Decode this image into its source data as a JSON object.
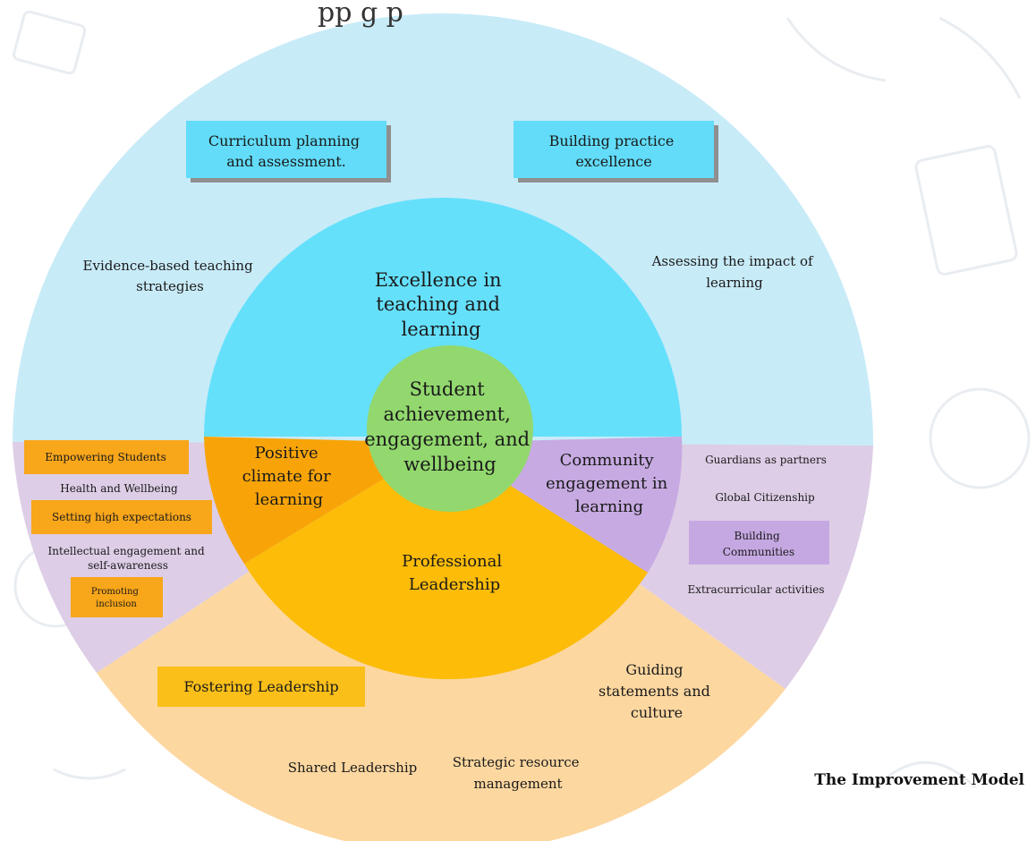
{
  "header": {
    "partial_text": "pp      g         p"
  },
  "caption": "The Improvement Model",
  "center": {
    "lines": [
      "Student",
      "achievement,",
      "engagement, and",
      "wellbeing"
    ]
  },
  "inner": {
    "teaching": {
      "lines": [
        "Excellence in",
        "teaching and",
        "learning"
      ]
    },
    "climate": {
      "lines": [
        "Positive",
        "climate for",
        "learning"
      ]
    },
    "community": {
      "lines": [
        "Community",
        "engagement in",
        "learning"
      ]
    },
    "leadership": {
      "lines": [
        "Professional",
        "Leadership"
      ]
    }
  },
  "outer": {
    "teaching": {
      "boxes": [
        {
          "lines": [
            "Curriculum planning",
            "and assessment."
          ]
        },
        {
          "lines": [
            "Building practice",
            "excellence"
          ]
        }
      ],
      "texts": [
        {
          "lines": [
            "Evidence-based teaching",
            "strategies"
          ]
        },
        {
          "lines": [
            "Assessing the impact of",
            "learning"
          ]
        }
      ]
    },
    "climate": {
      "boxes": [
        {
          "lines": [
            "Empowering Students"
          ]
        },
        {
          "lines": [
            "Setting high expectations"
          ]
        },
        {
          "lines": [
            "Promoting",
            "inclusion"
          ]
        }
      ],
      "texts": [
        {
          "lines": [
            "Health and Wellbeing"
          ]
        },
        {
          "lines": [
            "Intellectual engagement and",
            "self-awareness"
          ]
        }
      ]
    },
    "community": {
      "boxes": [
        {
          "lines": [
            "Building",
            "Communities"
          ]
        }
      ],
      "texts": [
        {
          "lines": [
            "Guardians as partners"
          ]
        },
        {
          "lines": [
            "Global Citizenship"
          ]
        },
        {
          "lines": [
            "Extracurricular activities"
          ]
        }
      ]
    },
    "leadership": {
      "boxes": [
        {
          "lines": [
            "Fostering Leadership"
          ]
        }
      ],
      "texts": [
        {
          "lines": [
            "Guiding",
            "statements and",
            "culture"
          ]
        },
        {
          "lines": [
            "Shared Leadership"
          ]
        },
        {
          "lines": [
            "Strategic resource",
            "management"
          ]
        }
      ]
    }
  },
  "colors": {
    "teaching_outer": "#c8ebf8",
    "teaching_inner": "#65e0fb",
    "teaching_box": "#62dcf9",
    "climate_outer": "#ddcde6",
    "climate_inner": "#f8a408",
    "climate_box": "#f8a61a",
    "community_outer": "#ddcde6",
    "community_inner": "#c7aae2",
    "community_box": "#c5a8e2",
    "leadership_outer": "#fdd7a0",
    "leadership_inner": "#fcbc08",
    "leadership_box": "#fbbf19",
    "center": "#92d86e"
  }
}
